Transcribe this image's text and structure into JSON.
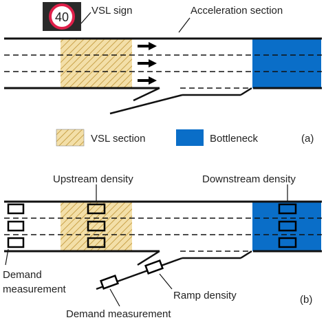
{
  "panel_a": {
    "sign_value": "40",
    "sign_label": "VSL sign",
    "acceleration_label": "Acceleration section",
    "legend": {
      "vsl_section_label": "VSL section",
      "bottleneck_label": "Bottleneck"
    },
    "panel_label": "(a)"
  },
  "panel_b": {
    "upstream_density_label": "Upstream density",
    "downstream_density_label": "Downstream density",
    "demand_measurement_left_line1": "Demand",
    "demand_measurement_left_line2": "measurement",
    "ramp_density_label": "Ramp density",
    "demand_measurement_ramp_label": "Demand measurement",
    "panel_label": "(b)"
  },
  "colors": {
    "bottleneck_blue": "#0a6ec8",
    "vsl_hatch_fill": "#f3dfa8",
    "vsl_hatch_stroke": "#c9a24a",
    "sign_ring_red": "#e0204a",
    "sign_background": "#2a2a2a",
    "road_line": "#111111"
  },
  "icons": [
    "speed-limit-sign-icon",
    "arrow-right-icon",
    "vehicle-detector-icon"
  ]
}
